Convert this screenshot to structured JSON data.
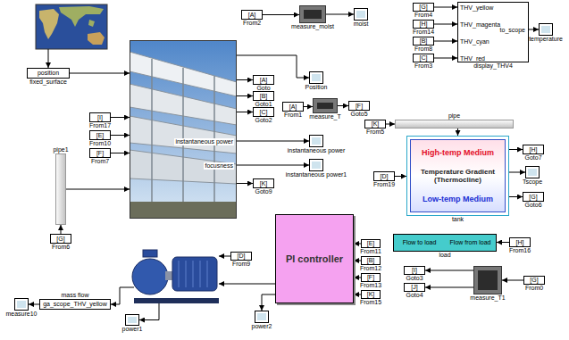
{
  "diagram": {
    "nodes": [
      {
        "text": [
          "position",
          "fixed_surface"
        ]
      },
      {
        "text": [
          "instantaneous power",
          "focusness"
        ]
      },
      {
        "text": [
          "[I]",
          "From17"
        ]
      },
      {
        "text": [
          "[E]",
          "From10"
        ]
      },
      {
        "text": [
          "[F]",
          "From7"
        ]
      },
      {
        "text": [
          "[A]",
          "Goto"
        ]
      },
      {
        "text": [
          "[B]",
          "Goto1"
        ]
      },
      {
        "text": [
          "[C]",
          "Goto2"
        ]
      },
      {
        "text": [
          "Position"
        ]
      },
      {
        "text": [
          "[A]",
          "From2"
        ]
      },
      {
        "text": [
          "measure_moist"
        ]
      },
      {
        "text": [
          "moist"
        ]
      },
      {
        "text": [
          "[G]",
          "From4"
        ]
      },
      {
        "text": [
          "[H]",
          "From14"
        ]
      },
      {
        "text": [
          "[B]",
          "From8"
        ]
      },
      {
        "text": [
          "[C]",
          "From3"
        ]
      },
      {
        "text": [
          "THV_yellow",
          "THV_magenta",
          "THV_cyan",
          "THV_red",
          "to_scope",
          "display_THV4"
        ]
      },
      {
        "text": [
          "temperature"
        ]
      },
      {
        "text": [
          "[A]",
          "From1"
        ]
      },
      {
        "text": [
          "measure_T"
        ]
      },
      {
        "text": [
          "[F]",
          "Goto5"
        ]
      },
      {
        "text": [
          "[K]",
          "From5"
        ]
      },
      {
        "text": [
          "pipe"
        ]
      },
      {
        "text": [
          "High-temp Medium",
          "Temperature Gradient (Thermocline)",
          "Low-temp Medium",
          "tank"
        ]
      },
      {
        "text": [
          "[D]",
          "From19"
        ]
      },
      {
        "text": [
          "[H]",
          "Goto7"
        ]
      },
      {
        "text": [
          "Tscope"
        ]
      },
      {
        "text": [
          "[G]",
          "Goto6"
        ]
      },
      {
        "text": [
          "Flow to load",
          "Flow from load",
          "load"
        ]
      },
      {
        "text": [
          "[H]",
          "From16"
        ]
      },
      {
        "text": [
          "PI controller"
        ]
      },
      {
        "text": [
          "[E]",
          "From11"
        ]
      },
      {
        "text": [
          "[B]",
          "From12"
        ]
      },
      {
        "text": [
          "[F]",
          "From13"
        ]
      },
      {
        "text": [
          "[K]",
          "From15"
        ]
      },
      {
        "text": [
          "[I]",
          "Goto3"
        ]
      },
      {
        "text": [
          "[J]",
          "Goto4"
        ]
      },
      {
        "text": [
          "measure_T1"
        ]
      },
      {
        "text": [
          "[G]",
          "From0"
        ]
      },
      {
        "text": [
          "[D]",
          "From9"
        ]
      },
      {
        "text": [
          "power2"
        ]
      },
      {
        "text": [
          "power1"
        ]
      },
      {
        "text": [
          "ga_scope_THV_yellow",
          "mass flow"
        ]
      },
      {
        "text": [
          "measure10"
        ]
      },
      {
        "text": [
          "pipe1"
        ]
      },
      {
        "text": [
          "[G]",
          "From6"
        ]
      },
      {
        "text": [
          "instantaneous power"
        ]
      },
      {
        "text": [
          "instantaneous power1"
        ]
      },
      {
        "text": [
          "[K]",
          "Goto9"
        ]
      }
    ],
    "edges": [
      {
        "from": 0,
        "to": 1,
        "arrow": "to"
      },
      {
        "from": 2,
        "to": 1,
        "arrow": "to"
      },
      {
        "from": 3,
        "to": 1,
        "arrow": "to"
      },
      {
        "from": 4,
        "to": 1,
        "arrow": "to"
      },
      {
        "from": 44,
        "to": 1,
        "arrow": "to"
      },
      {
        "from": 45,
        "to": 44,
        "arrow": "to"
      },
      {
        "from": 1,
        "to": 5,
        "arrow": "to"
      },
      {
        "from": 1,
        "to": 6,
        "arrow": "to"
      },
      {
        "from": 1,
        "to": 7,
        "arrow": "to"
      },
      {
        "from": 1,
        "to": 8,
        "arrow": "to"
      },
      {
        "from": 1,
        "to": 46,
        "arrow": "to"
      },
      {
        "from": 1,
        "to": 47,
        "arrow": "to"
      },
      {
        "from": 1,
        "to": 48,
        "arrow": "to"
      },
      {
        "from": 9,
        "to": 10,
        "arrow": "to"
      },
      {
        "from": 10,
        "to": 11,
        "arrow": "to"
      },
      {
        "from": 12,
        "to": 16,
        "arrow": "to"
      },
      {
        "from": 13,
        "to": 16,
        "arrow": "to"
      },
      {
        "from": 14,
        "to": 16,
        "arrow": "to"
      },
      {
        "from": 15,
        "to": 16,
        "arrow": "to"
      },
      {
        "from": 16,
        "to": 17,
        "arrow": "to"
      },
      {
        "from": 18,
        "to": 19,
        "arrow": "to"
      },
      {
        "from": 19,
        "to": 20,
        "arrow": "to"
      },
      {
        "from": 21,
        "to": 22,
        "arrow": "to"
      },
      {
        "from": 22,
        "to": 23,
        "arrow": "to"
      },
      {
        "from": 24,
        "to": 23,
        "arrow": "to"
      },
      {
        "from": 23,
        "to": 25,
        "arrow": "to"
      },
      {
        "from": 23,
        "to": 26,
        "arrow": "to"
      },
      {
        "from": 23,
        "to": 27,
        "arrow": "to"
      },
      {
        "from": 29,
        "to": 28,
        "arrow": "to"
      },
      {
        "from": 31,
        "to": 30,
        "arrow": "to"
      },
      {
        "from": 32,
        "to": 30,
        "arrow": "to"
      },
      {
        "from": 33,
        "to": 30,
        "arrow": "to"
      },
      {
        "from": 34,
        "to": 30,
        "arrow": "to"
      },
      {
        "from": 37,
        "to": 35,
        "arrow": "to"
      },
      {
        "from": 37,
        "to": 36,
        "arrow": "to"
      },
      {
        "from": 38,
        "to": 37,
        "arrow": "to"
      },
      {
        "from": 30,
        "to": 40,
        "arrow": "to"
      },
      {
        "from": 42,
        "to": 43,
        "arrow": "to"
      }
    ]
  }
}
